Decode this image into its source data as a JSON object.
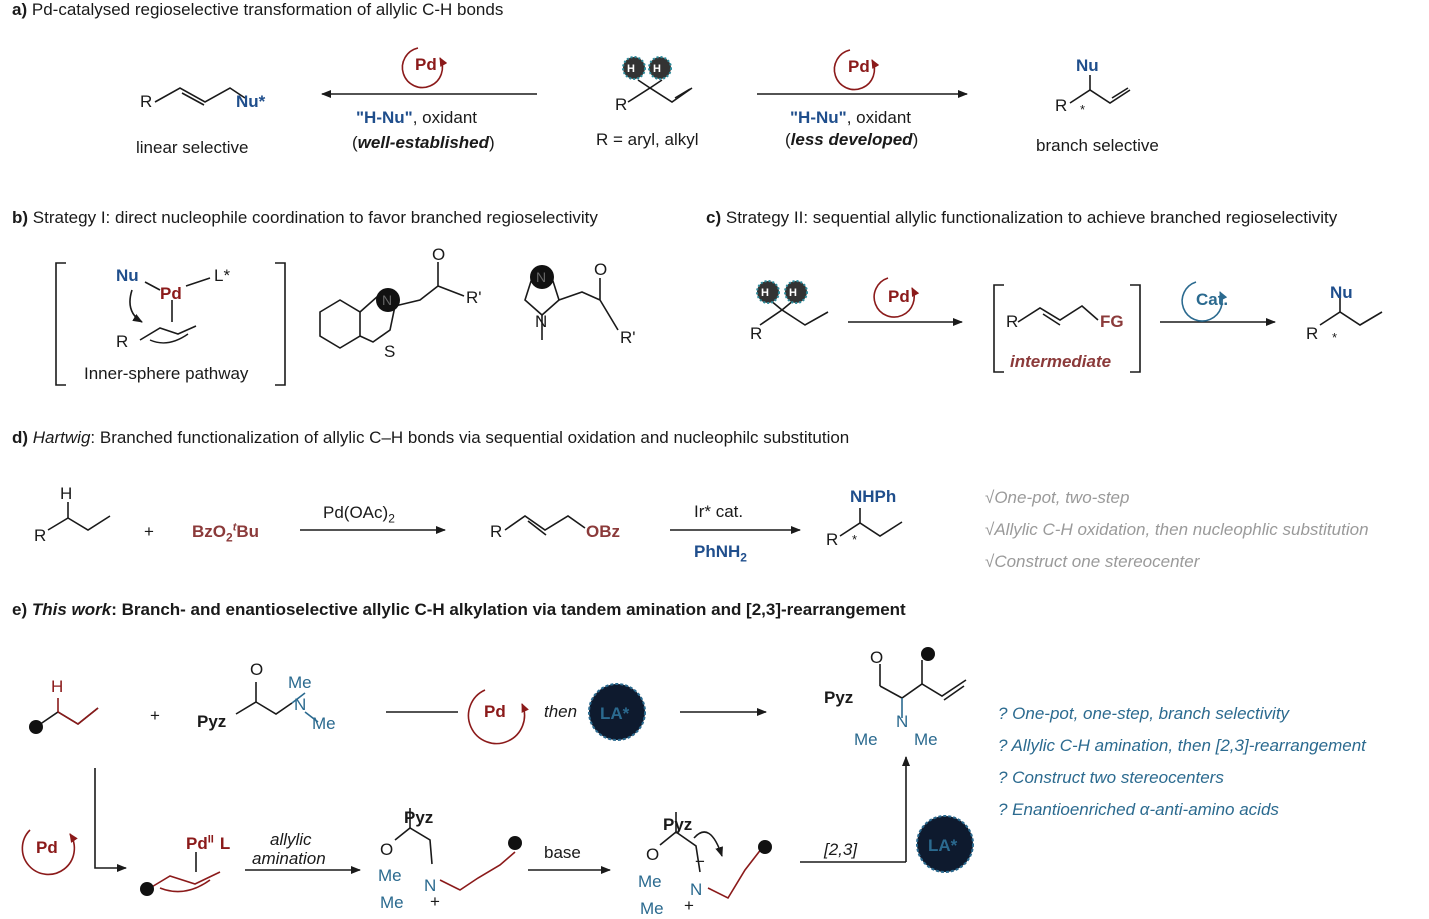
{
  "colors": {
    "pd_red": "#8b1a1a",
    "nu_blue": "#1f4e8c",
    "teal": "#2b6a8f",
    "gray": "#9a9a9a",
    "fg_brown": "#8b3a3a"
  },
  "panel_a": {
    "label": "a)",
    "heading": "Pd-catalysed regioselective transformation of allylic C-H bonds",
    "pd": "Pd",
    "linear": {
      "r": "R",
      "nu": "Nu*",
      "caption": "linear selective"
    },
    "left_arrow": {
      "reagent": "\"H-Nu\"",
      "oxidant": ", oxidant",
      "open": "(",
      "note": "well-established",
      "close": ")"
    },
    "substrate": {
      "r": "R",
      "caption": "R = aryl, alkyl",
      "h": "H"
    },
    "right_arrow": {
      "reagent": "\"H-Nu\"",
      "oxidant": ", oxidant",
      "open": "(",
      "note": "less developed",
      "close": ")"
    },
    "branch": {
      "r": "R",
      "nu": "Nu",
      "star": "*",
      "caption": "branch selective"
    }
  },
  "panel_b": {
    "label": "b)",
    "heading": "Strategy I: direct nucleophile coordination to favor branched regioselectivity",
    "nu": "Nu",
    "pd": "Pd",
    "l": "L*",
    "r": "R",
    "caption": "Inner-sphere pathway",
    "n1": "N",
    "s": "S",
    "o1": "O",
    "r1": "R'",
    "n2": "N",
    "n3": "N",
    "o2": "O",
    "r2": "R'"
  },
  "panel_c": {
    "label": "c)",
    "heading": "Strategy II: sequential allylic functionalization to achieve  branched regioselectivity",
    "r": "R",
    "h": "H",
    "pd": "Pd",
    "intermediate_fg": "FG",
    "intermediate_r": "R",
    "intermediate_label": "intermediate",
    "cat": "Cat.",
    "product_nu": "Nu",
    "product_r": "R",
    "product_star": "*"
  },
  "panel_d": {
    "label": "d)",
    "author": "Hartwig",
    "heading": ": Branched functionalization of allylic C–H bonds via sequential oxidation and nucleophilc substitution",
    "h": "H",
    "r": "R",
    "plus": "+",
    "oxidant_main": "BzO",
    "oxidant_sub": "2",
    "oxidant_sup": "t",
    "oxidant_tail": "Bu",
    "cat_main": "Pd(OAc)",
    "cat_sub": "2",
    "intermediate_r": "R",
    "intermediate_obz": "OBz",
    "ir": "Ir* cat.",
    "amine_main": "PhNH",
    "amine_sub": "2",
    "product_nh": "NHPh",
    "product_r": "R",
    "product_star": "*",
    "bullets": [
      "√One-pot, two-step",
      "√Allylic C-H oxidation, then nucleophlic substitution",
      "√Construct one stereocenter"
    ]
  },
  "panel_e": {
    "label": "e)",
    "this_work": "This work",
    "heading": ": Branch- and enantioselective allylic C-H alkylation via tandem amination and [2,3]-rearrangement",
    "h": "H",
    "plus": "+",
    "reagent": {
      "o": "O",
      "pyz": "Pyz",
      "n": "N",
      "me1": "Me",
      "me2": "Me"
    },
    "pd": "Pd",
    "then": "then",
    "la": "LA*",
    "product": {
      "o": "O",
      "pyz": "Pyz",
      "n": "N",
      "me1": "Me",
      "me2": "Me"
    },
    "bullets": [
      "? One-pot, one-step, branch selectivity",
      "? Allylic C-H amination, then [2,3]-rearrangement",
      "? Construct two stereocenters",
      "? Enantioenriched α-anti-amino acids"
    ],
    "mech": {
      "pd_cycle": "Pd",
      "pd_complex": "Pd",
      "pd_ox": "II",
      "pd_l": "L",
      "step1_a": "allylic",
      "step1_b": "amination",
      "amine": {
        "pyz": "Pyz",
        "o": "O",
        "me1": "Me",
        "n": "N",
        "me2": "Me",
        "plus": "+"
      },
      "step2": "base",
      "ylide": {
        "pyz": "Pyz",
        "o": "O",
        "minus": "−",
        "me1": "Me",
        "n": "N",
        "me2": "Me",
        "plus": "+"
      },
      "step3": "[2,3]",
      "la": "LA*"
    }
  }
}
